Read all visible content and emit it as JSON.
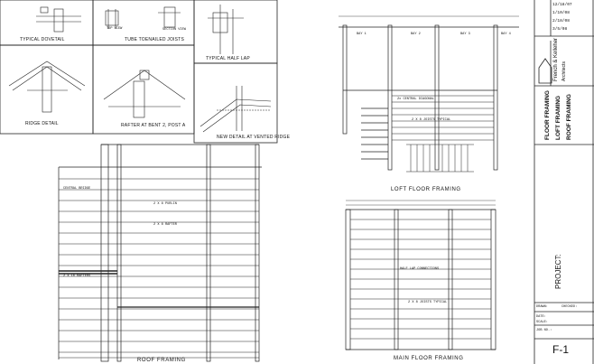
{
  "details": {
    "typical_dovetail": "TYPICAL DOVETAIL",
    "tube_toenail_joists": "TUBE TOENAILED JOISTS",
    "typical_half_lap": "TYPICAL HALF LAP",
    "ridge_detail": "RIDGE DETAIL",
    "rafter_at_bent": "RAFTER AT BENT 2, POST A",
    "new_detail": "NEW DETAIL AT VENTED RIDGE",
    "top_view": "TOP VIEW",
    "section_view": "SECTION VIEW"
  },
  "plans": {
    "loft_floor_framing": "LOFT FLOOR FRAMING",
    "roof_framing": "ROOF FRAMING",
    "main_floor_framing": "MAIN FLOOR FRAMING",
    "loft_notes": [
      "2x CENTRAL DIAGONAL",
      "2 X 8 JOISTS TYPICAL"
    ],
    "roof_notes": [
      "2 X 8 PURLIN",
      "2 X 8 RAFTER",
      "CENTRAL BRIDGE",
      "2 X 10 RAFTERS"
    ],
    "main_notes": [
      "HALF LAP CONNECTIONS",
      "2 X 8 JOISTS TYPICAL"
    ],
    "bays": [
      "BAY 1",
      "BAY 2",
      "BAY 3",
      "BAY 4"
    ]
  },
  "title_block": {
    "revisions": [
      "12/18/07",
      "1/10/08",
      "2/18/08",
      "3/5/08"
    ],
    "firm": "French & Kelleher",
    "firm_sub": "Architects",
    "sheet_titles": [
      "FLOOR FRAMING",
      "LOFT FRAMING",
      "ROOF FRAMING"
    ],
    "project_label": "PROJECT:",
    "drawn": "DRAWN:",
    "checked": "CHECKED:",
    "date": "DATE:",
    "scale": "SCALE:",
    "job_no": "JOB NO.:",
    "sheet_number": "F-1"
  }
}
